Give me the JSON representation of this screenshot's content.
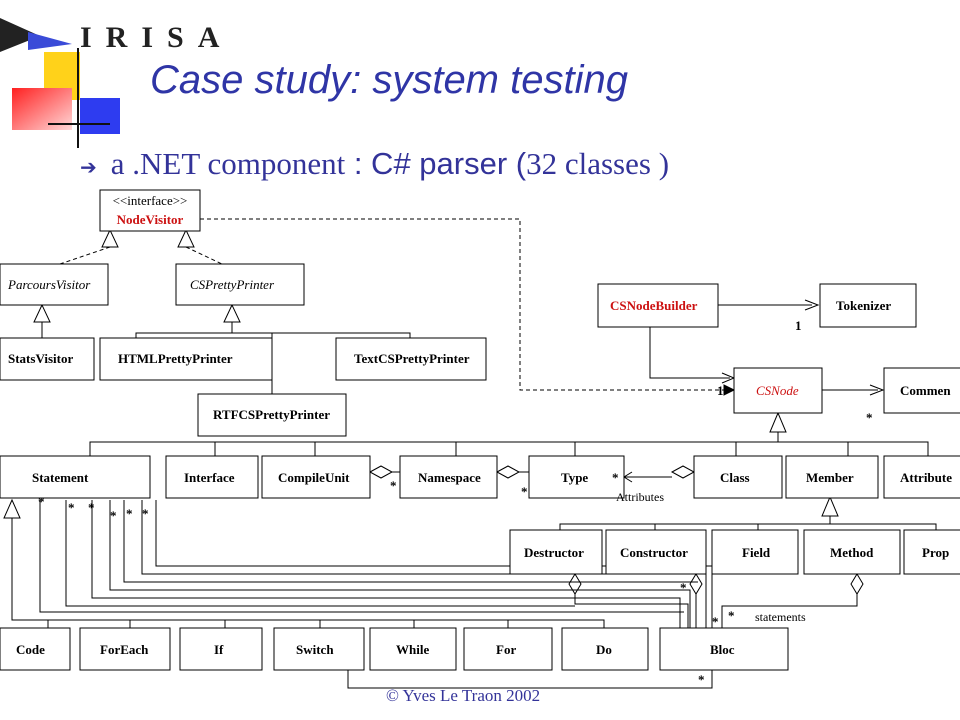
{
  "header": {
    "logo_text": "IRISA",
    "title": "Case study: system testing"
  },
  "bullet": {
    "arrow_icon": "right-arrow-icon",
    "part1": "a .NET component",
    "part2": " : C# parser (",
    "part3": "32 classes )"
  },
  "footer": {
    "copyright": "© Yves Le Traon 2002"
  },
  "diagram": {
    "stereotype": "<<interface>>",
    "classes": {
      "node_visitor": "NodeVisitor",
      "parcours_visitor": "ParcoursVisitor",
      "cs_pretty_printer": "CSPrettyPrinter",
      "stats_visitor": "StatsVisitor",
      "html_pretty_printer": "HTMLPrettyPrinter",
      "text_cs_pretty_printer": "TextCSPrettyPrinter",
      "rtf_cs_pretty_printer": "RTFCSPrettyPrinter",
      "cs_node_builder": "CSNodeBuilder",
      "tokenizer": "Tokenizer",
      "cs_node": "CSNode",
      "comment": "Commen",
      "statement": "Statement",
      "interface": "Interface",
      "compile_unit": "CompileUnit",
      "namespace": "Namespace",
      "type": "Type",
      "class": "Class",
      "member": "Member",
      "attribute": "Attribute",
      "destructor": "Destructor",
      "constructor": "Constructor",
      "field": "Field",
      "method": "Method",
      "prop": "Prop",
      "code": "Code",
      "for_each": "ForEach",
      "if": "If",
      "switch": "Switch",
      "while": "While",
      "for": "For",
      "do": "Do",
      "bloc": "Bloc"
    },
    "labels": {
      "attributes": "Attributes",
      "statements": "statements",
      "one": "1",
      "many": "*"
    },
    "colors": {
      "highlight": "#cc1111",
      "title": "#2f35a6",
      "text": "#333399"
    }
  }
}
